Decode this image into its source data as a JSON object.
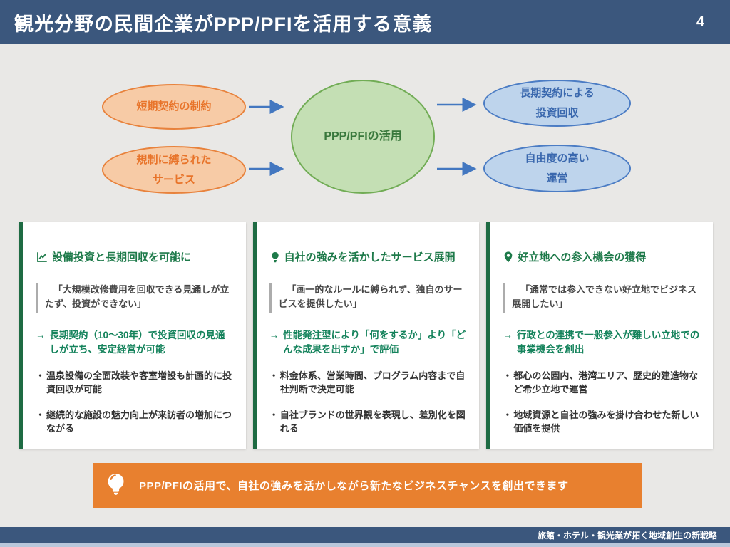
{
  "header": {
    "title": "観光分野の民間企業がPPP/PFIを活用する意義",
    "page_number": "4"
  },
  "diagram": {
    "inputs": [
      {
        "l1": "短期契約の制約",
        "l2": ""
      },
      {
        "l1": "規制に縛られた",
        "l2": "サービス"
      }
    ],
    "center_label": "PPP/PFIの活用",
    "outputs": [
      {
        "l1": "長期契約による",
        "l2": "投資回収"
      },
      {
        "l1": "自由度の高い",
        "l2": "運営"
      }
    ]
  },
  "markers": {
    "arrow": "→",
    "bullet": "・"
  },
  "cards": [
    {
      "icon": "line-chart-icon",
      "title": "設備投資と長期回収を可能に",
      "quote": "「大規模改修費用を回収できる見通しが立たず、投資ができない」",
      "point": "長期契約（10〜30年）で投資回収の見通しが立ち、安定経営が可能",
      "bullets": [
        "温泉設備の全面改装や客室増設も計画的に投資回収が可能",
        "継続的な施設の魅力向上が来訪者の増加につながる"
      ]
    },
    {
      "icon": "lightbulb-icon",
      "title": "自社の強みを活かしたサービス展開",
      "quote": "「画一的なルールに縛られず、独自のサービスを提供したい」",
      "point": "性能発注型により「何をするか」より「どんな成果を出すか」で評価",
      "bullets": [
        "料金体系、営業時間、プログラム内容まで自社判断で決定可能",
        "自社ブランドの世界観を表現し、差別化を図れる"
      ]
    },
    {
      "icon": "map-pin-icon",
      "title": "好立地への参入機会の獲得",
      "quote": "「通常では参入できない好立地でビジネス展開したい」",
      "point": "行政との連携で一般参入が難しい立地での事業機会を創出",
      "bullets": [
        "都心の公園内、港湾エリア、歴史的建造物など希少立地で運営",
        "地域資源と自社の強みを掛け合わせた新しい価値を提供"
      ]
    }
  ],
  "banner": {
    "text": "PPP/PFIの活用で、自社の強みを活かしながら新たなビジネスチャンスを創出できます"
  },
  "footer": {
    "text": "旅館・ホテル・観光業が拓く地域創生の新戦略"
  },
  "colors": {
    "header_blue": "#3B577D",
    "background_gray": "#E9E8E6",
    "orange_accent": "#E8802F",
    "card_green": "#1E7A4A",
    "arrow_blue": "#4377C0",
    "footer_strip": "#B9C7DB"
  }
}
